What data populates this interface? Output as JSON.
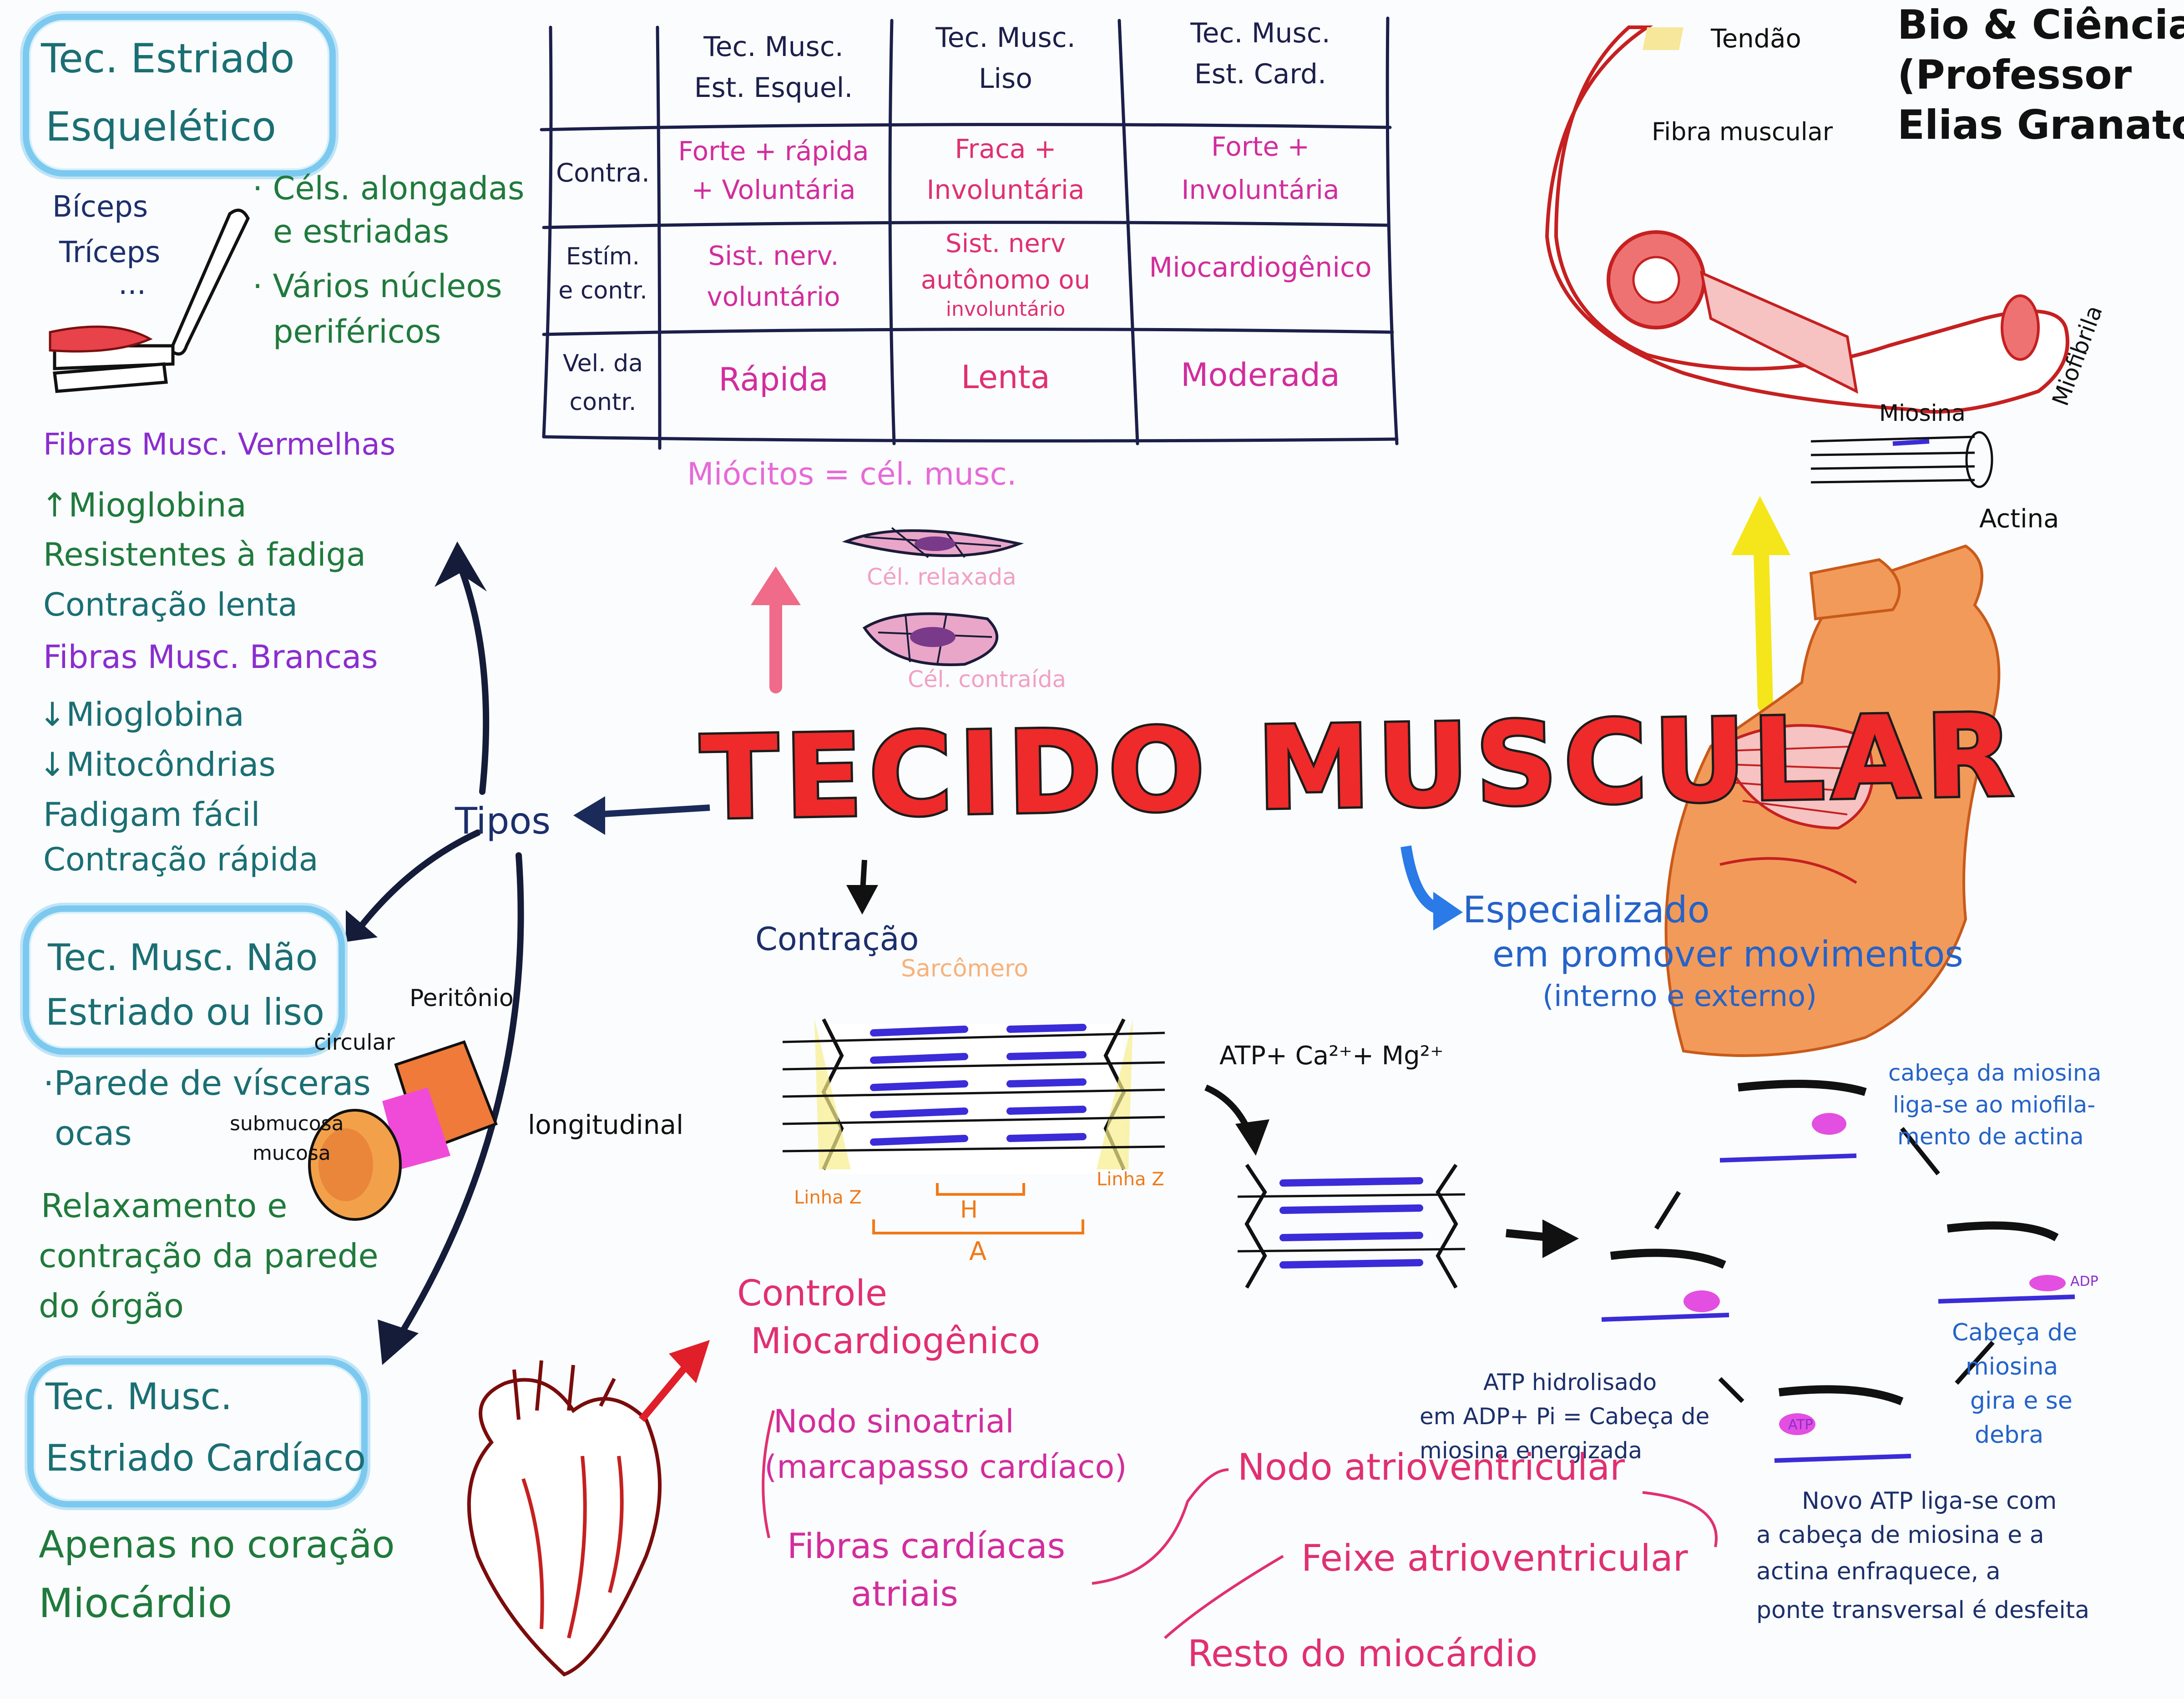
{
  "brand": {
    "line1": "Bio & Ciências",
    "line2": "(Professor",
    "line3": "Elias Granato)"
  },
  "title": "TECIDO MUSCULAR",
  "branches": {
    "tipos": "Tipos",
    "contracao": "Contração",
    "especializado": [
      "Especializado",
      "em promover movimentos",
      "(interno e externo)"
    ]
  },
  "table": {
    "headers": [
      [
        "Tec. Musc.",
        "Est. Esquel."
      ],
      [
        "Tec. Musc.",
        "Liso"
      ],
      [
        "Tec. Musc.",
        "Est. Card."
      ]
    ],
    "rows": [
      {
        "label": [
          "Contra."
        ],
        "cells": [
          [
            "Forte + rápida",
            "+ Voluntária"
          ],
          [
            "Fraca +",
            "Involuntária"
          ],
          [
            "Forte +",
            "Involuntária"
          ]
        ]
      },
      {
        "label": [
          "Estím.",
          "e contr."
        ],
        "cells": [
          [
            "Sist. nerv.",
            "voluntário"
          ],
          [
            "Sist. nerv",
            "autônomo ou",
            "involuntário"
          ],
          [
            "Miocardiogênico"
          ]
        ]
      },
      {
        "label": [
          "Vel. da",
          "contr."
        ],
        "cells": [
          [
            "Rápida"
          ],
          [
            "Lenta"
          ],
          [
            "Moderada"
          ]
        ]
      }
    ],
    "footnote": "Miócitos = cél. musc."
  },
  "cell_labels": {
    "relaxed": "Cél. relaxada",
    "contracted": "Cél. contraída"
  },
  "skeletal": {
    "title": [
      "Tec. Estriado",
      "Esquelético"
    ],
    "examples": [
      "Bíceps",
      "Tríceps",
      "..."
    ],
    "features": [
      "· Céls. alongadas",
      "e estriadas",
      "· Vários núcleos",
      "periféricos"
    ]
  },
  "fibers": {
    "red_title": "Fibras Musc. Vermelhas",
    "red_items": [
      "↑Mioglobina",
      "Resistentes à fadiga",
      "Contração lenta"
    ],
    "white_title": "Fibras Musc. Brancas",
    "white_items": [
      "↓Mioglobina",
      "↓Mitocôndrias",
      "Fadigam fácil",
      "Contração rápida"
    ]
  },
  "smooth": {
    "title": [
      "Tec. Musc. Não",
      "Estriado ou liso"
    ],
    "items": [
      "·Parede de vísceras",
      "ocas",
      "Relaxamento e",
      "contração da parede",
      "do órgão"
    ],
    "layers": {
      "peritonio": "Peritônio",
      "circular": "circular",
      "submucosa": "submucosa",
      "mucosa": "mucosa",
      "longitudinal": "longitudinal"
    }
  },
  "cardiac": {
    "title": [
      "Tec. Musc.",
      "Estriado Cardíaco"
    ],
    "items": [
      "Apenas no coração",
      "Miocárdio"
    ]
  },
  "sarcomere": {
    "label": "Sarcômero",
    "linha_left": "Linha Z",
    "linha_right": "Linha Z",
    "h": "H",
    "a": "A"
  },
  "cofactors": "ATP+ Ca²⁺+ Mg²⁺",
  "cycle": {
    "step1": [
      "cabeça da miosina",
      "liga-se ao miofila-",
      "mento de actina"
    ],
    "step2": [
      "Cabeça de",
      "miosina",
      "gira e se",
      "debra"
    ],
    "step3": [
      "Novo ATP liga-se com",
      "a cabeça de miosina e a",
      "actina enfraquece, a",
      "ponte transversal é desfeita"
    ],
    "step4": [
      "ATP hidrolisado",
      "em ADP+ Pi = Cabeça de",
      "miosina energizada"
    ],
    "adp": "ADP",
    "atp": "ATP"
  },
  "muscle_structure": {
    "tendao": "Tendão",
    "fibra": "Fibra muscular",
    "miosina": "Miosina",
    "actina": "Actina",
    "miofibrila": "Miofibrila"
  },
  "cardiac_control": {
    "title": [
      "Controle",
      "Miocardiogênico"
    ],
    "items": [
      "Nodo sinoatrial",
      "(marcapasso cardíaco)",
      "Fibras cardíacas",
      "atriais",
      "Nodo atrioventricular",
      "Feixe atrioventricular",
      "Resto do miocárdio"
    ]
  },
  "colors": {
    "red": "#ee2a2a",
    "pink": "#e0306f",
    "magenta": "#d22d9d",
    "green": "#1f7a3c",
    "teal": "#1a6f73",
    "purple": "#8a2dcf",
    "navy": "#1b2f6b",
    "blue": "#2463c9",
    "cloud": "#7cc9ef"
  }
}
